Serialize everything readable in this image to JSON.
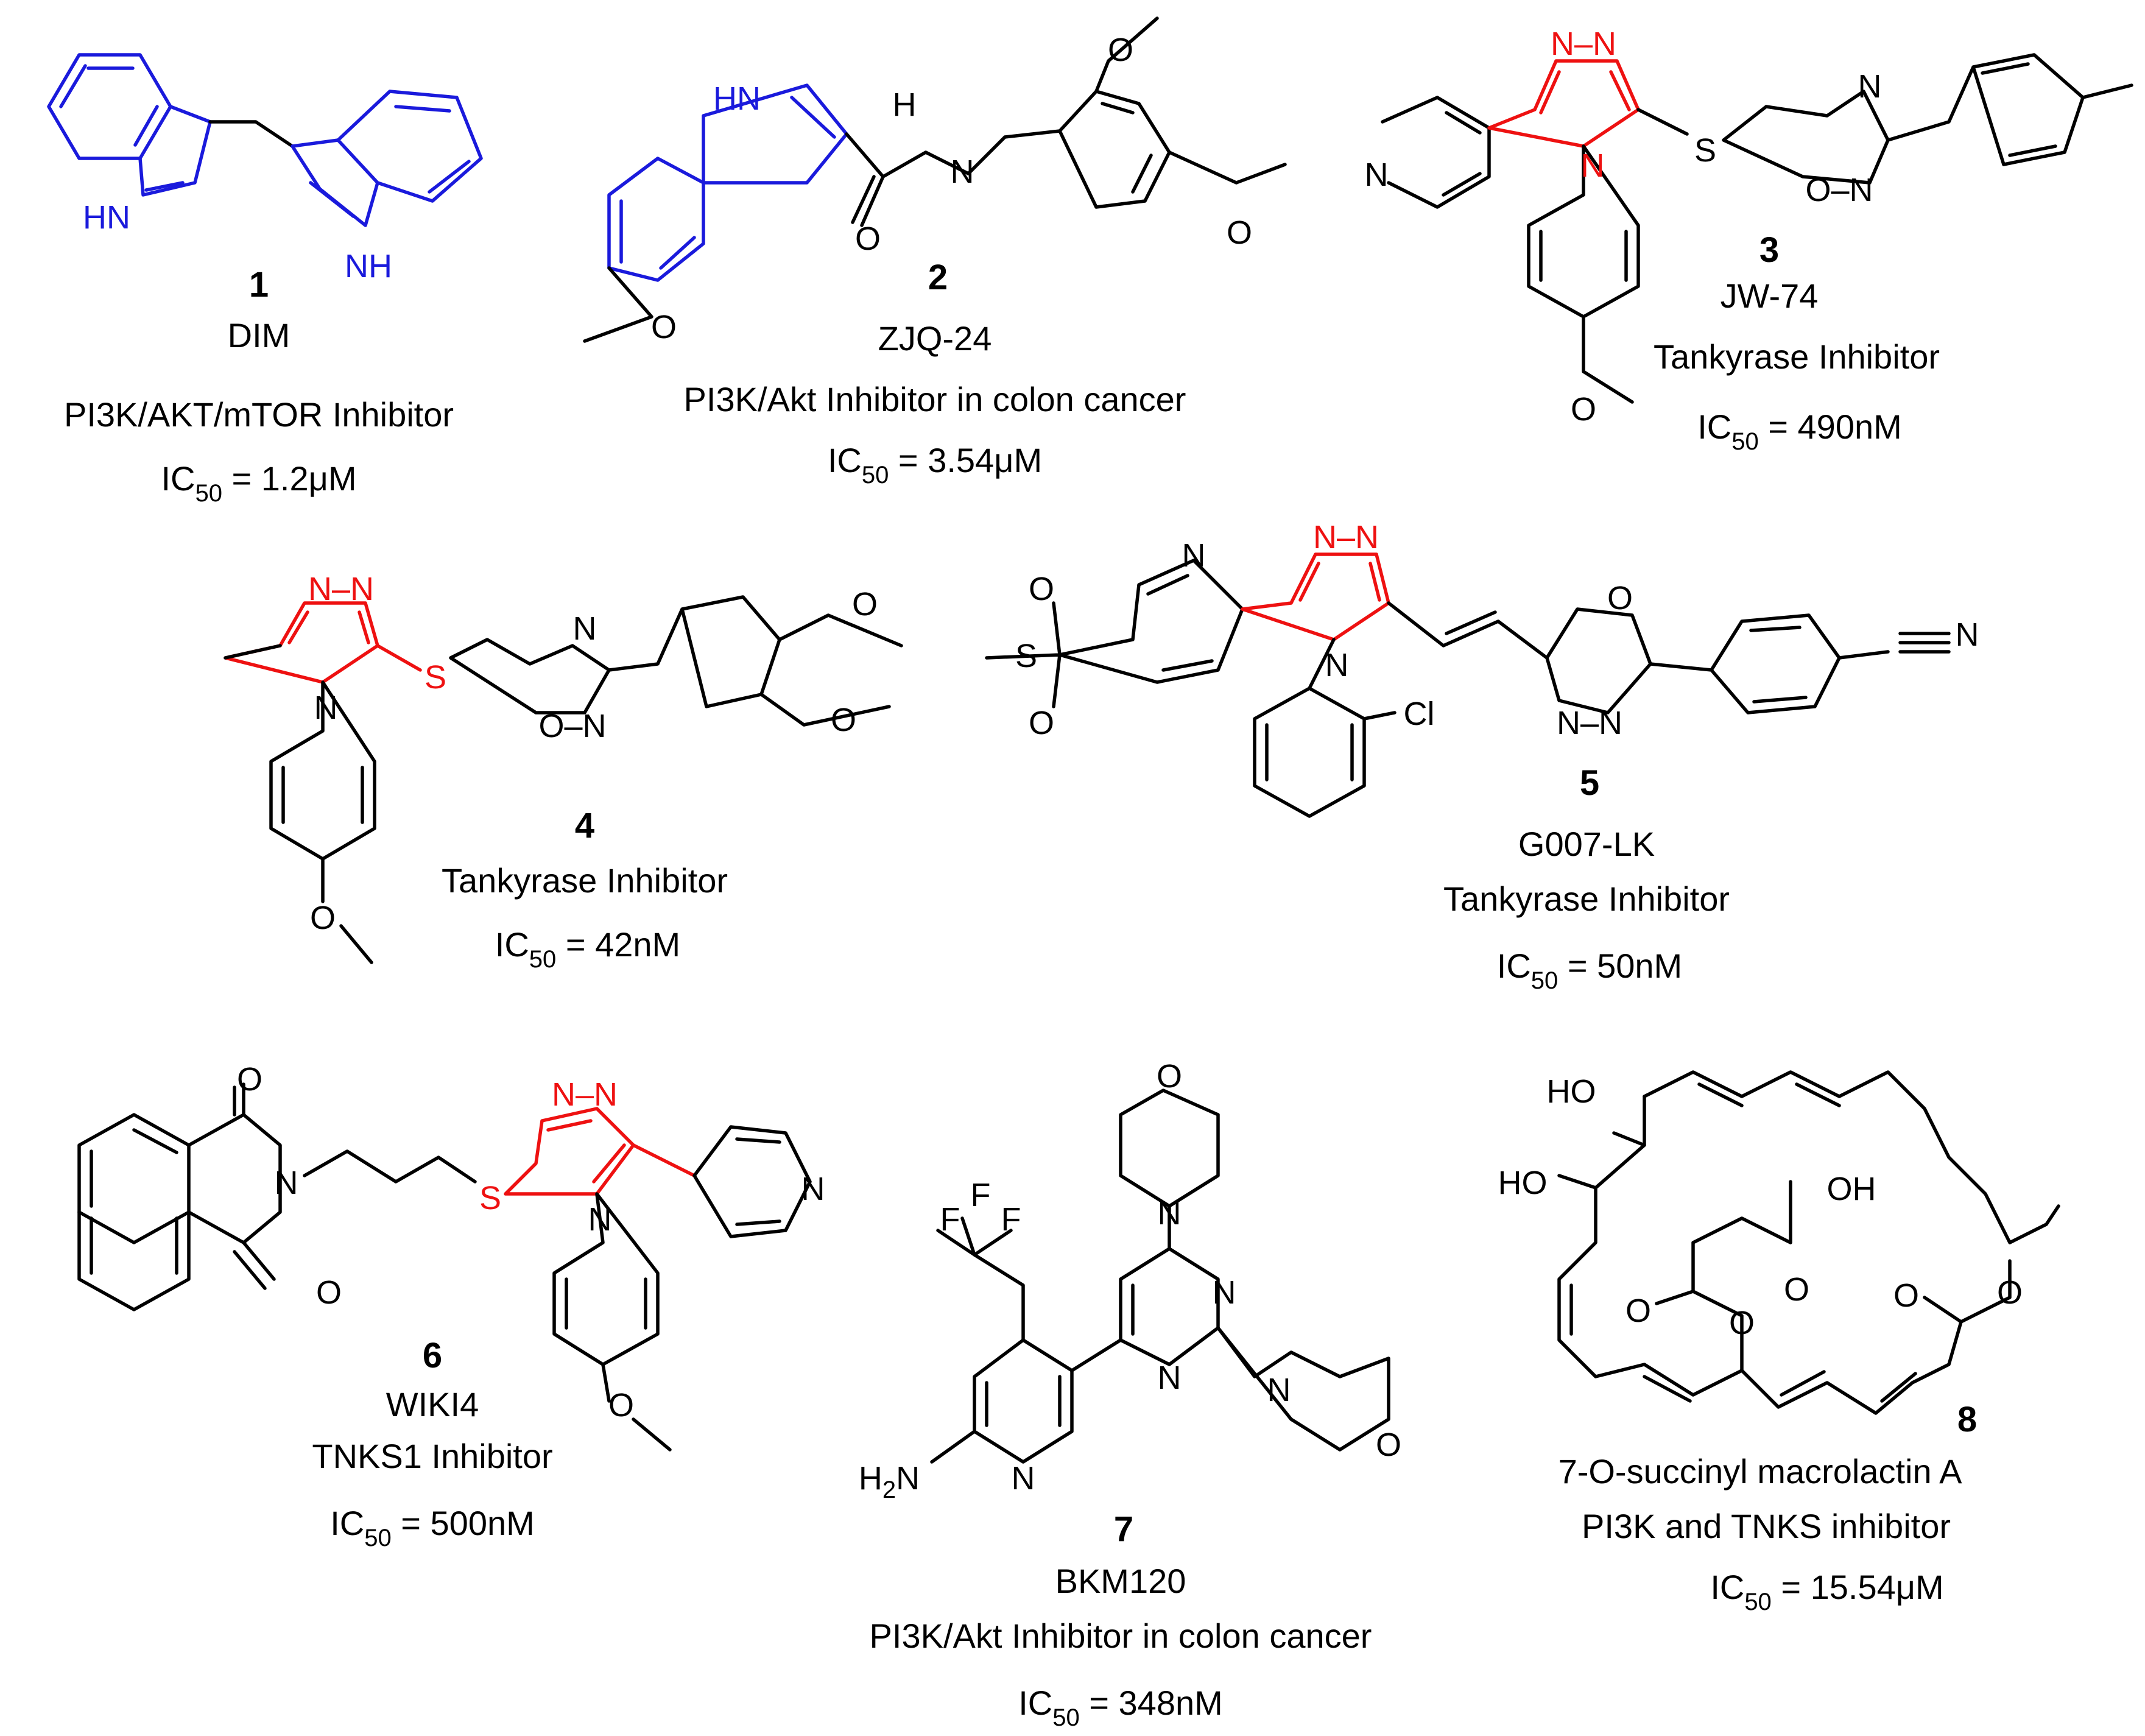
{
  "colors": {
    "indole": "#1a1adc",
    "triazole": "#ee1111",
    "bond": "#000000"
  },
  "compounds": [
    {
      "number": "1",
      "name": "DIM",
      "activity": "PI3K/AKT/mTOR Inhibitor",
      "ic50_prefix": "IC",
      "ic50_sub": "50",
      "ic50_value": " = 1.2μM"
    },
    {
      "number": "2",
      "name": "ZJQ-24",
      "activity": "PI3K/Akt Inhibitor in colon cancer",
      "ic50_prefix": "IC",
      "ic50_sub": "50",
      "ic50_value": " = 3.54μM"
    },
    {
      "number": "3",
      "name": "JW-74",
      "activity": "Tankyrase Inhibitor",
      "ic50_prefix": "IC",
      "ic50_sub": "50",
      "ic50_value": " = 490nM"
    },
    {
      "number": "4",
      "name": "",
      "activity": "Tankyrase Inhibitor",
      "ic50_prefix": "IC",
      "ic50_sub": "50",
      "ic50_value": " = 42nM"
    },
    {
      "number": "5",
      "name": "G007-LK",
      "activity": "Tankyrase Inhibitor",
      "ic50_prefix": "IC",
      "ic50_sub": "50",
      "ic50_value": " = 50nM"
    },
    {
      "number": "6",
      "name": "WIKI4",
      "activity": "TNKS1 Inhibitor",
      "ic50_prefix": "IC",
      "ic50_sub": "50",
      "ic50_value": " = 500nM"
    },
    {
      "number": "7",
      "name": "BKM120",
      "activity": "PI3K/Akt Inhibitor in colon cancer",
      "ic50_prefix": "IC",
      "ic50_sub": "50",
      "ic50_value": " = 348nM"
    },
    {
      "number": "8",
      "name": "7-O-succinyl macrolactin A",
      "activity": "PI3K and TNKS inhibitor",
      "ic50_prefix": "IC",
      "ic50_sub": "50",
      "ic50_value": " = 15.54μM"
    }
  ],
  "atoms": {
    "HN": "HN",
    "NH": "NH",
    "H": "H",
    "N": "N",
    "O": "O",
    "S": "S",
    "Cl": "Cl",
    "F": "F",
    "HO": "HO",
    "OH": "OH",
    "H2N_H": "H",
    "H2N_2": "2",
    "H2N_N": "N"
  }
}
